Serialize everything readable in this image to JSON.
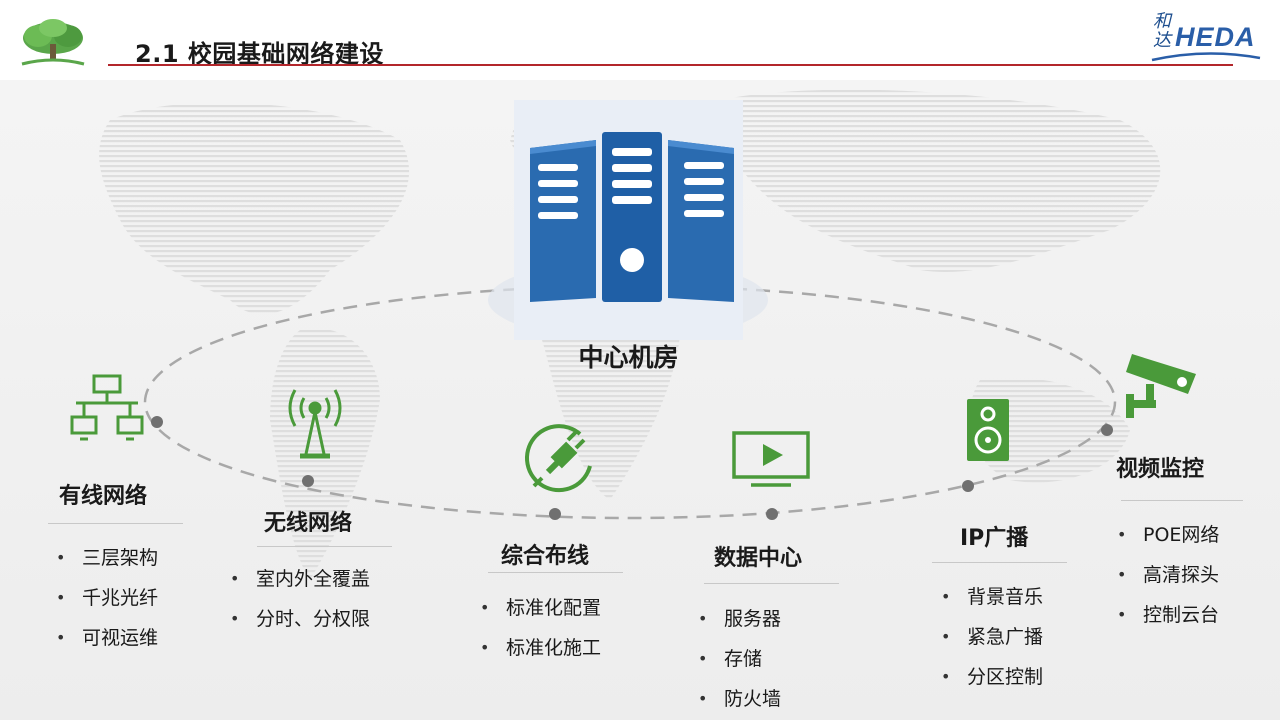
{
  "header": {
    "title": "2.1 校园基础网络建设",
    "brand_hanzi": "和\n达",
    "brand_name": "HEDA"
  },
  "center": {
    "label": "中心机房"
  },
  "nodes": [
    {
      "title": "有线网络",
      "icon": "wired-network-icon",
      "items": [
        "三层架构",
        "千兆光纤",
        "可视运维"
      ]
    },
    {
      "title": "无线网络",
      "icon": "wireless-antenna-icon",
      "items": [
        "室内外全覆盖",
        "分时、分权限"
      ]
    },
    {
      "title": "综合布线",
      "icon": "cable-plug-icon",
      "items": [
        "标准化配置",
        "标准化施工"
      ]
    },
    {
      "title": "数据中心",
      "icon": "monitor-play-icon",
      "items": [
        "服务器",
        "存储",
        "防火墙"
      ]
    },
    {
      "title": "IP广播",
      "icon": "speaker-icon",
      "items": [
        "背景音乐",
        "紧急广播",
        "分区控制"
      ]
    },
    {
      "title": "视频监控",
      "icon": "cctv-camera-icon",
      "items": [
        "POE网络",
        "高清探头",
        "控制云台"
      ]
    }
  ],
  "colors": {
    "accent_green": "#4a9a3a",
    "server_blue": "#2a6bb0",
    "title_rule": "#b3262b",
    "brand_blue": "#2a5ea8"
  }
}
